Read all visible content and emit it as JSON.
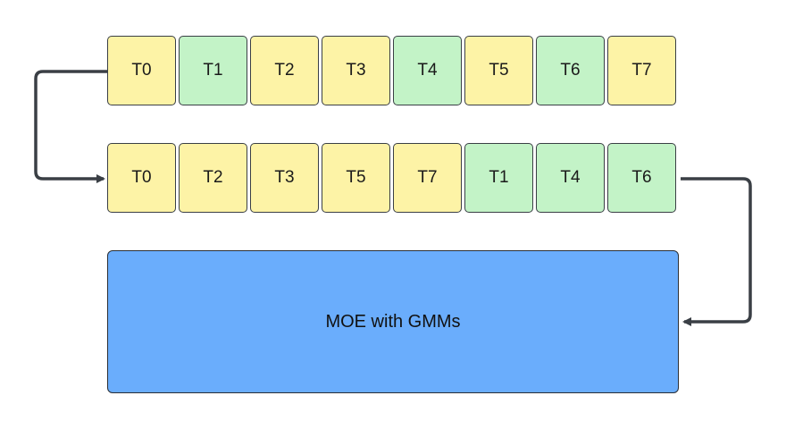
{
  "top_row": [
    {
      "label": "T0",
      "color": "#fdf3a6"
    },
    {
      "label": "T1",
      "color": "#c3f3c7"
    },
    {
      "label": "T2",
      "color": "#fdf3a6"
    },
    {
      "label": "T3",
      "color": "#fdf3a6"
    },
    {
      "label": "T4",
      "color": "#c3f3c7"
    },
    {
      "label": "T5",
      "color": "#fdf3a6"
    },
    {
      "label": "T6",
      "color": "#c3f3c7"
    },
    {
      "label": "T7",
      "color": "#fdf3a6"
    }
  ],
  "bottom_row": [
    {
      "label": "T0",
      "color": "#fdf3a6"
    },
    {
      "label": "T2",
      "color": "#fdf3a6"
    },
    {
      "label": "T3",
      "color": "#fdf3a6"
    },
    {
      "label": "T5",
      "color": "#fdf3a6"
    },
    {
      "label": "T7",
      "color": "#fdf3a6"
    },
    {
      "label": "T1",
      "color": "#c3f3c7"
    },
    {
      "label": "T4",
      "color": "#c3f3c7"
    },
    {
      "label": "T6",
      "color": "#c3f3c7"
    }
  ],
  "moe_block": {
    "label": "MOE with GMMs",
    "color": "#6aadfc"
  },
  "colors": {
    "yellow_token": "#fdf3a6",
    "green_token": "#c3f3c7",
    "arrow": "#3a3f45"
  }
}
